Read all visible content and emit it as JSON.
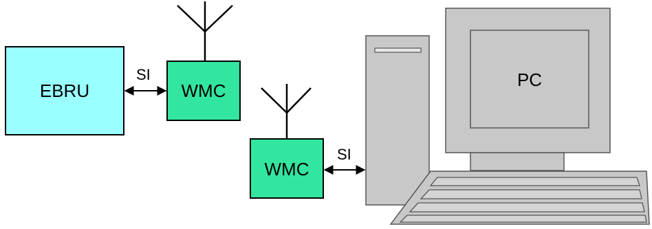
{
  "diagram": {
    "nodes": {
      "ebru": {
        "label": "EBRU",
        "fill": "#99FFFF"
      },
      "wmc_top": {
        "label": "WMC",
        "fill": "#33E6A0"
      },
      "wmc_bottom": {
        "label": "WMC",
        "fill": "#33E6A0"
      },
      "pc": {
        "label": "PC",
        "body_color": "#C8C8C8"
      }
    },
    "connections": [
      {
        "from": "EBRU",
        "to": "WMC",
        "label": "SI",
        "direction": "bidirectional"
      },
      {
        "from": "WMC",
        "to": "PC",
        "label": "SI",
        "direction": "bidirectional"
      }
    ],
    "icons": [
      "antenna-icon",
      "antenna-icon",
      "desktop-computer-icon",
      "keyboard-icon"
    ]
  }
}
